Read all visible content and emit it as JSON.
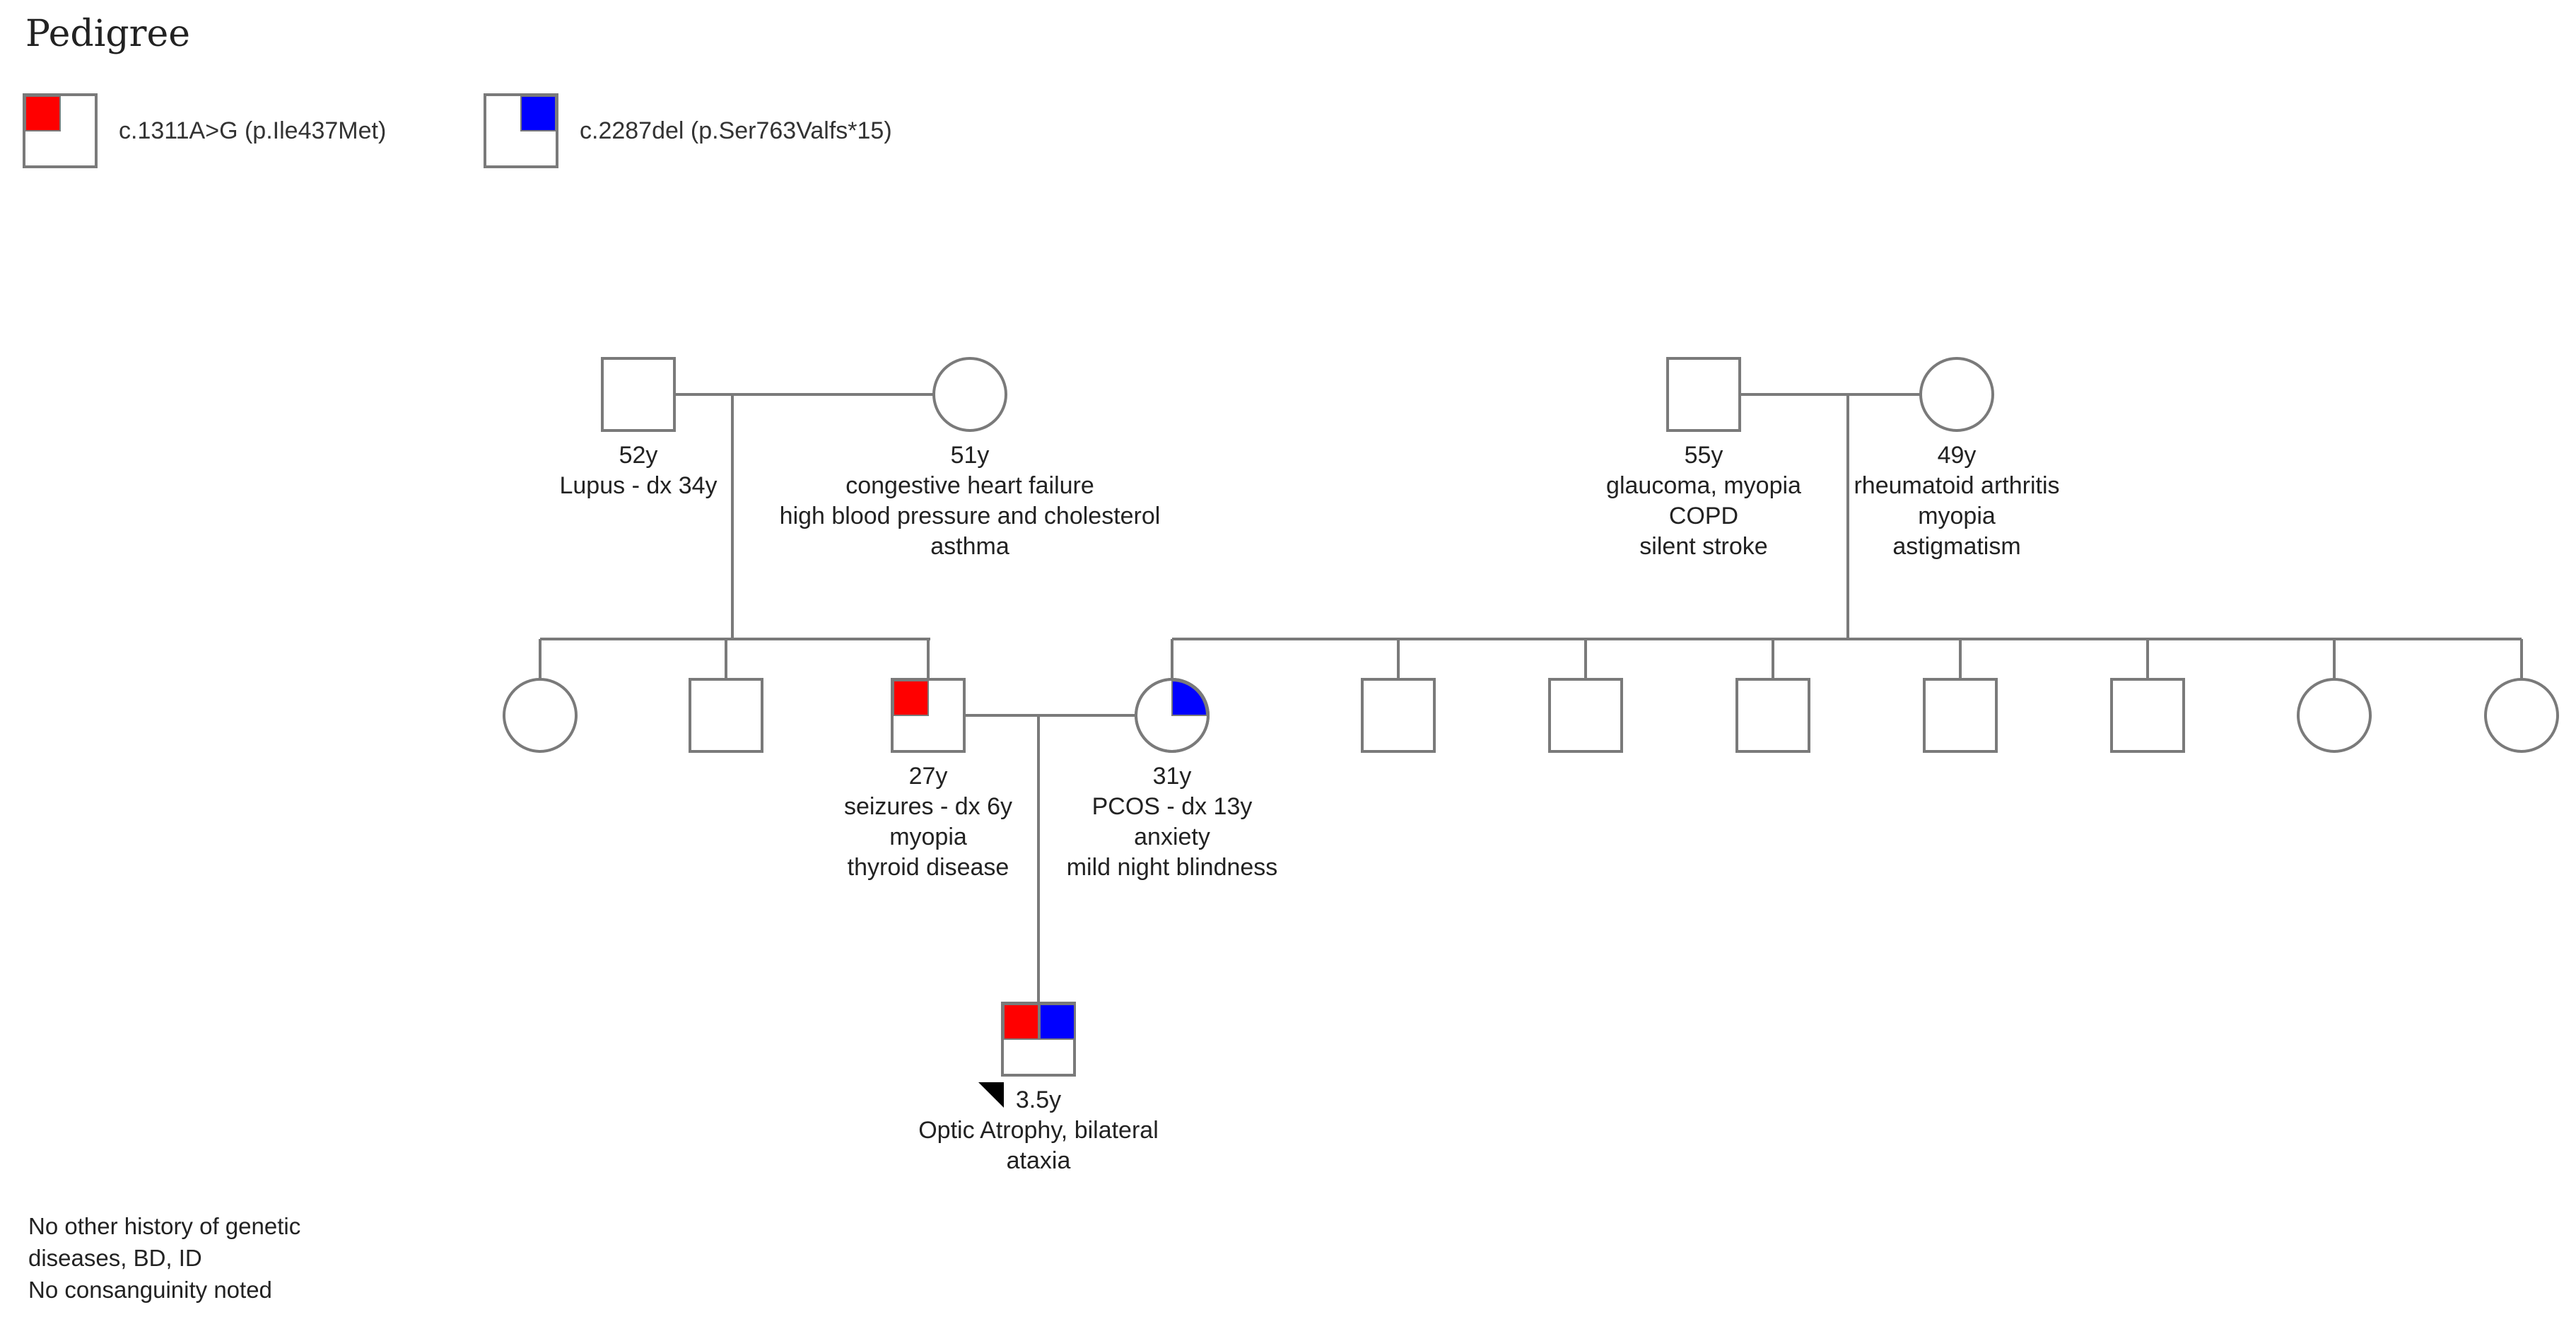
{
  "title": "Pedigree",
  "colors": {
    "variant1": "#ff0000",
    "variant2": "#0000ff",
    "line": "#7a7a7a",
    "fill": "#ffffff"
  },
  "legend": [
    {
      "id": "variant1",
      "label": "c.1311A>G (p.Ile437Met)",
      "color": "#ff0000",
      "corner": "top-left"
    },
    {
      "id": "variant2",
      "label": "c.2287del (p.Ser763Valfs*15)",
      "color": "#0000ff",
      "corner": "top-right"
    }
  ],
  "individuals": [
    {
      "id": "pgf",
      "sex": "male",
      "lines": [
        "52y",
        "Lupus - dx 34y"
      ]
    },
    {
      "id": "pgm",
      "sex": "female",
      "lines": [
        "51y",
        "congestive heart failure",
        "high blood pressure and cholesterol",
        "asthma"
      ]
    },
    {
      "id": "mgf",
      "sex": "male",
      "lines": [
        "55y",
        "glaucoma, myopia",
        "COPD",
        "silent stroke"
      ]
    },
    {
      "id": "mgm",
      "sex": "female",
      "lines": [
        "49y",
        "rheumatoid arthritis",
        "myopia",
        "astigmatism"
      ]
    },
    {
      "id": "paunt",
      "sex": "female",
      "lines": []
    },
    {
      "id": "puncle",
      "sex": "male",
      "lines": []
    },
    {
      "id": "father",
      "sex": "male",
      "lines": [
        "27y",
        "seizures - dx 6y",
        "myopia",
        "thyroid disease"
      ],
      "variants": [
        "variant1"
      ]
    },
    {
      "id": "mother",
      "sex": "female",
      "lines": [
        "31y",
        "PCOS - dx 13y",
        "anxiety",
        "mild night blindness"
      ],
      "variants": [
        "variant2"
      ]
    },
    {
      "id": "muncle1",
      "sex": "male",
      "lines": []
    },
    {
      "id": "muncle2",
      "sex": "male",
      "lines": []
    },
    {
      "id": "muncle3",
      "sex": "male",
      "lines": []
    },
    {
      "id": "muncle4",
      "sex": "male",
      "lines": []
    },
    {
      "id": "muncle5",
      "sex": "male",
      "lines": []
    },
    {
      "id": "maunt1",
      "sex": "female",
      "lines": []
    },
    {
      "id": "maunt2",
      "sex": "female",
      "lines": []
    },
    {
      "id": "proband",
      "sex": "male",
      "proband": true,
      "lines": [
        "3.5y",
        "Optic Atrophy, bilateral",
        "ataxia"
      ],
      "variants": [
        "variant1",
        "variant2"
      ]
    }
  ],
  "notes": [
    "No other history of genetic",
    "diseases, BD, ID",
    "No consanguinity noted"
  ]
}
